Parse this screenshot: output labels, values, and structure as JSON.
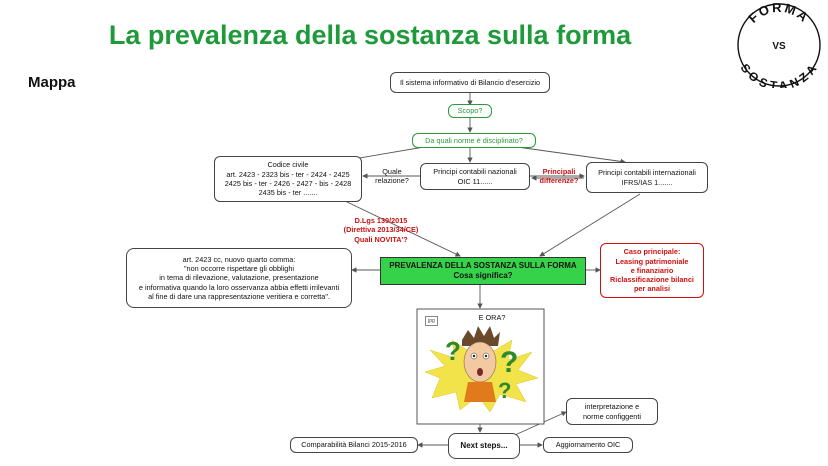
{
  "header": {
    "title": "La prevalenza della sostanza sulla forma",
    "subtitle": "Mappa"
  },
  "logo": {
    "top": "FORMA",
    "middle": "VS",
    "bottom": "SOSTANZA"
  },
  "nodes": {
    "root": "Il sistema informativo di Bilancio d'esercizio",
    "scopo": "Scopo?",
    "norme": "Da quali norme è disciplinato?",
    "codice": [
      "Codice civile",
      "art. 2423 - 2323 bis - ter - 2424 - 2425",
      "2425 bis - ter - 2426 - 2427 - bis - 2428",
      "2435 bis - ter ......."
    ],
    "quale": [
      "Quale",
      "relazione?"
    ],
    "oic": [
      "Principi contabili nazionali",
      "OIC 11......"
    ],
    "principali": [
      "Principali",
      "differenze?"
    ],
    "ifrs": [
      "Principi contabili internazionali",
      "IFRS/IAS 1......."
    ],
    "dlgs": [
      "D.Lgs 139/2015",
      "(Direttiva 2013/34/CE)",
      "Quali NOVITA'?"
    ],
    "art2423": [
      "art. 2423 cc, nuovo quarto comma:",
      "\"non occorre rispettare gli obblighi",
      "in tema di rilevazione, valutazione, presentazione",
      "e informativa quando la loro osservanza abbia effetti irrilevanti",
      "al fine di dare una rappresentazione veritiera e corretta\"."
    ],
    "prevalenza": [
      "PREVALENZA DELLA SOSTANZA SULLA FORMA",
      "Cosa significa?"
    ],
    "caso": [
      "Caso principale:",
      "Leasing patrimoniale",
      "e finanziario",
      "Riclassificazione bilanci",
      "per analisi"
    ],
    "eora": "E ORA?",
    "jpg": "jpg",
    "interpretazione": [
      "interpretazione e",
      "norme configgenti"
    ],
    "comparabilita": "Comparabilità Bilanci 2015-2016",
    "next": "Next steps...",
    "aggiornamento": "Aggiornamento OIC"
  },
  "colors": {
    "title": "#1f9a3a",
    "green": "#2a9a3a",
    "red": "#d01010",
    "highlight": "#35d24a"
  }
}
